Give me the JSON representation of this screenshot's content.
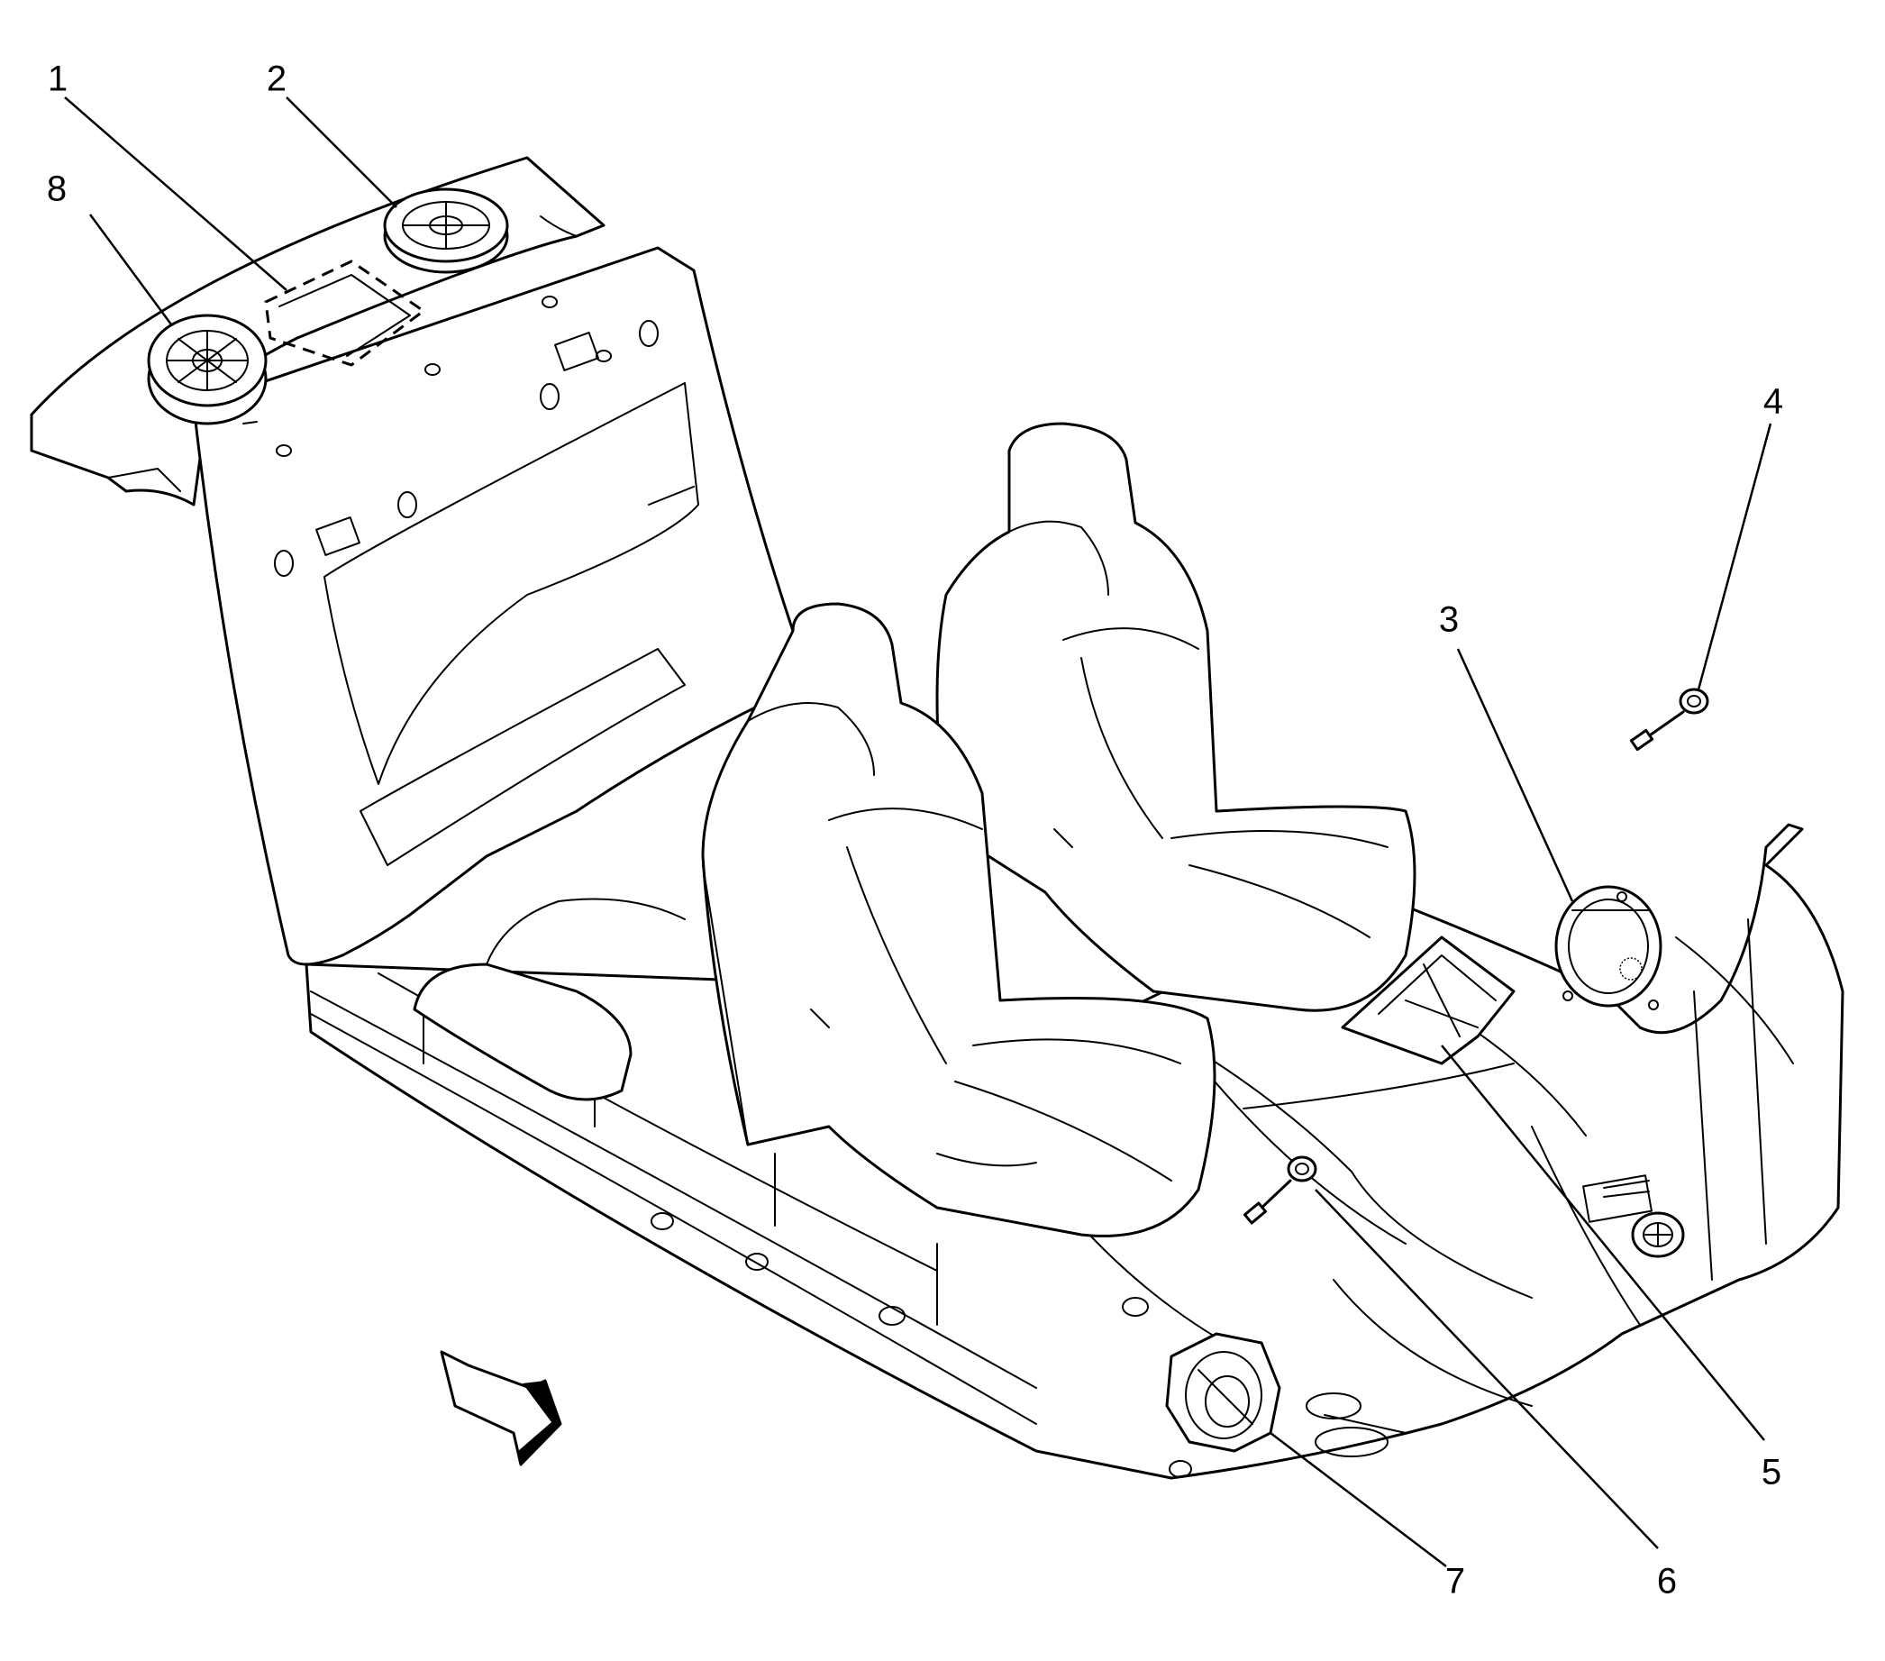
{
  "diagram": {
    "callouts": [
      {
        "id": "1",
        "label": "1"
      },
      {
        "id": "2",
        "label": "2"
      },
      {
        "id": "3",
        "label": "3"
      },
      {
        "id": "4",
        "label": "4"
      },
      {
        "id": "5",
        "label": "5"
      },
      {
        "id": "6",
        "label": "6"
      },
      {
        "id": "7",
        "label": "7"
      },
      {
        "id": "8",
        "label": "8"
      }
    ],
    "icons": {
      "direction_arrow": "forward-arrow-icon",
      "speaker": "speaker-icon"
    }
  }
}
